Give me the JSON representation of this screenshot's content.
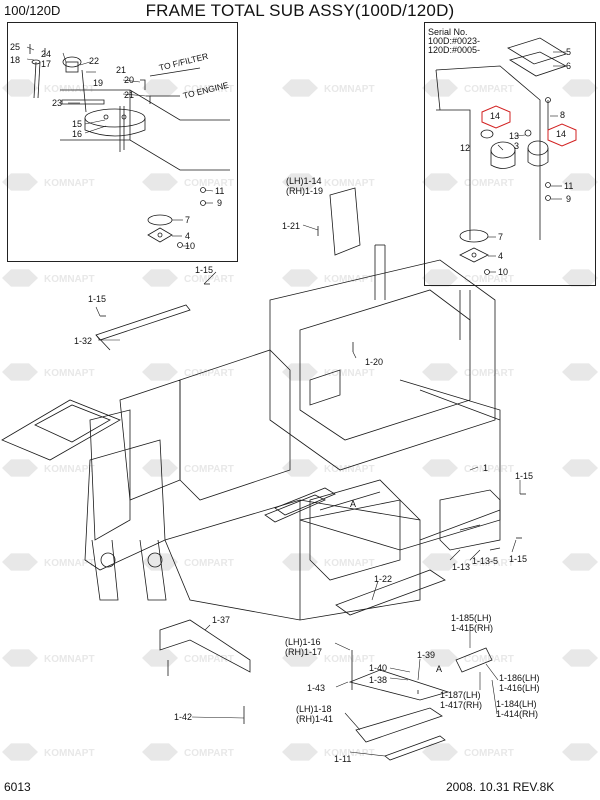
{
  "header": {
    "model": "100/120D",
    "title": "FRAME TOTAL SUB ASSY(100D/120D)",
    "page_number": "6013",
    "revision": "2008. 10.31  REV.8K"
  },
  "watermark": {
    "text": "KOMNAPT",
    "brand": "COMPART"
  },
  "left_inset": {
    "labels": {
      "l25": "25",
      "l18": "18",
      "l24": "24",
      "l17": "17",
      "l22": "22",
      "l19": "19",
      "l20": "20",
      "l21a": "21",
      "l21b": "21",
      "l23": "23",
      "l15": "15",
      "l16": "16",
      "l11": "11",
      "l9": "9",
      "l7": "7",
      "l4": "4",
      "l10": "10"
    },
    "notes": {
      "filter": "TO F/FILTER",
      "engine": "TO ENGINE"
    }
  },
  "right_inset": {
    "serial": {
      "line1": "Serial No.",
      "line2": "100D:#0023-",
      "line3": "120D:#0005-"
    },
    "labels": {
      "l5": "5",
      "l6": "6",
      "l8": "8",
      "l13": "13",
      "l12": "12",
      "l3": "3",
      "l11": "11",
      "l9": "9",
      "l7": "7",
      "l4": "4",
      "l10": "10",
      "l14a": "14",
      "l14b": "14"
    }
  },
  "main": {
    "labels": {
      "lh114": "(LH)1-14",
      "rh119": "(RH)1-19",
      "p121": "1-21",
      "p115a": "1-15",
      "p115b": "1-15",
      "p132": "1-32",
      "p120": "1-20",
      "p1": "1",
      "p115c": "1-15",
      "pA1": "A",
      "p113": "1-13",
      "p1135": "1-13-5",
      "p115d": "1-15",
      "p122": "1-22",
      "p137": "1-37",
      "lh116": "(LH)1-16",
      "rh117": "(RH)1-17",
      "p139": "1-39",
      "p140": "1-40",
      "p138": "1-38",
      "pA2": "A",
      "p143": "1-43",
      "p185": "1-185(LH)",
      "p415": "1-415(RH)",
      "p186": "1-186(LH)",
      "p416": "1-416(LH)",
      "p187": "1-187(LH)",
      "p417": "1-417(RH)",
      "p184": "1-184(LH)",
      "p414": "1-414(RH)",
      "lh118": "(LH)1-18",
      "rh141": "(RH)1-41",
      "p142": "1-42",
      "p111": "1-11"
    }
  },
  "colors": {
    "line": "#1a1a1a",
    "highlight": "#d22020",
    "watermark": "#e8e8e8"
  }
}
